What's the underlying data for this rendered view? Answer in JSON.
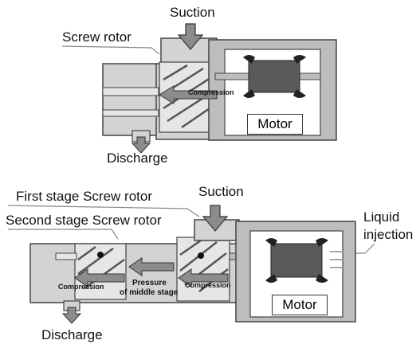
{
  "top_diagram": {
    "suction": "Suction",
    "screw_rotor": "Screw rotor",
    "compression": "Compression",
    "motor": "Motor",
    "discharge": "Discharge"
  },
  "bottom_diagram": {
    "first_stage": "First stage Screw rotor",
    "second_stage": "Second stage Screw rotor",
    "suction": "Suction",
    "liquid_injection_line1": "Liquid",
    "liquid_injection_line2": "injection",
    "compression_left": "Compression",
    "pressure_line1": "Pressure",
    "pressure_line2": "of middle stage",
    "compression_right": "Compression",
    "motor": "Motor",
    "discharge": "Discharge"
  },
  "colors": {
    "casing": "#d3d3d3",
    "housing": "#9a9a9a",
    "rotor": "#e6e6e6",
    "arrow": "#8c8c8c",
    "motor_core": "#5a5a5a"
  }
}
